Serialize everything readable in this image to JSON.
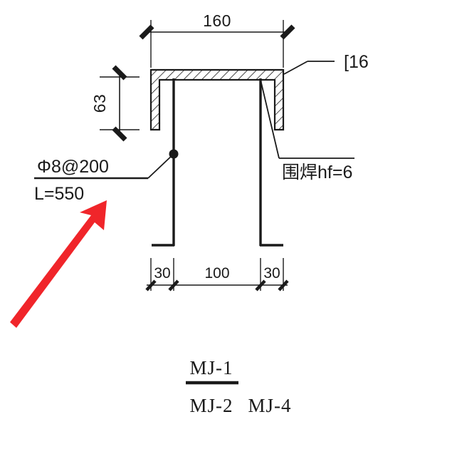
{
  "drawing": {
    "type": "steel-connection-detail",
    "background_color": "#ffffff",
    "line_color": "#1a1a1a",
    "annotation_color": "#f0252a"
  },
  "dimensions": {
    "top_width": "160",
    "left_height": "63",
    "bottom_left_offset": "30",
    "bottom_center": "100",
    "bottom_right_offset": "30"
  },
  "labels": {
    "rebar_spec": "Φ8@200",
    "rebar_length": "L=550",
    "channel_section": "[16",
    "weld_note": "围焊hf=6"
  },
  "title_block": {
    "primary": "MJ-1",
    "secondary_left": "MJ-2",
    "secondary_right": "MJ-4"
  },
  "annotation": {
    "arrow_name": "red-pointer-arrow",
    "color": "#f0252a",
    "points_to": "L=550"
  }
}
